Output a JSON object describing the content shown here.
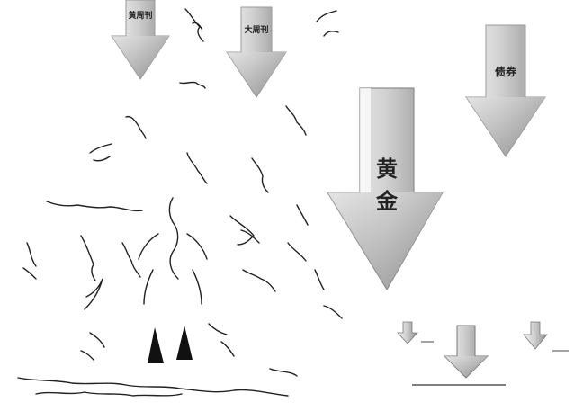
{
  "arrows": {
    "a1_label": "黄周刊",
    "a2_label": "大周刊",
    "a3_label": "债券",
    "a4_label_line1": "黄",
    "a4_label_line2": "金"
  },
  "colors": {
    "background": "#ffffff",
    "arrow_light": "#f2f2f2",
    "arrow_mid": "#c9c9c9",
    "arrow_dark": "#8e8e8e",
    "ink": "#222222"
  }
}
